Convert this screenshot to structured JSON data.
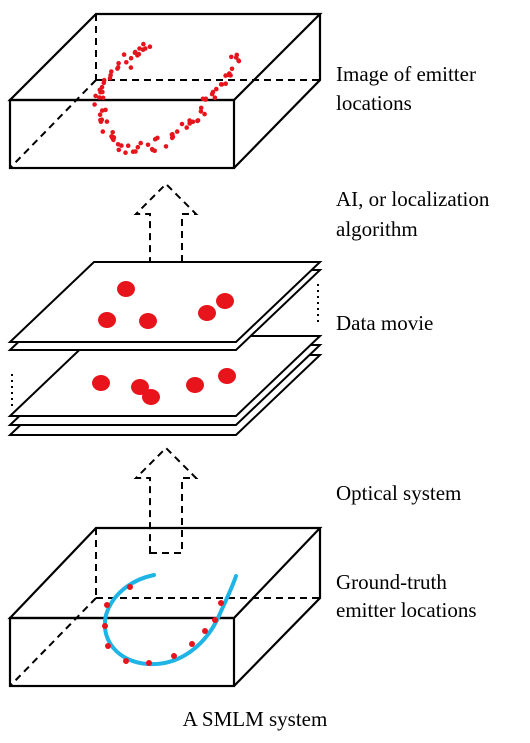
{
  "labels": {
    "top_line1": "Image of emitter",
    "top_line2": "locations",
    "algo_line1": "AI, or localization",
    "algo_line2": "algorithm",
    "movie": "Data movie",
    "optical": "Optical system",
    "truth_line1": "Ground-truth",
    "truth_line2": "emitter locations",
    "caption": "A SMLM system"
  },
  "colors": {
    "emitter": "#e8141c",
    "curve": "#1eb4e6",
    "outline": "#000000"
  }
}
